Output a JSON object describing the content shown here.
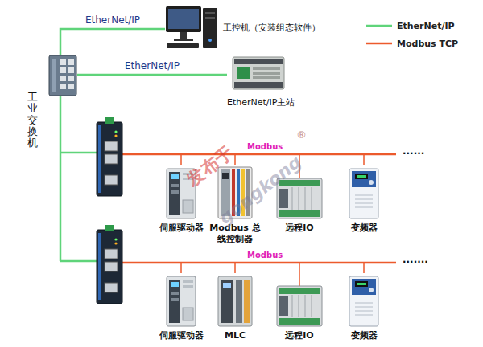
{
  "diagram": {
    "nodes": [
      {
        "text": [
          "工控机（安装组态软件）"
        ]
      },
      {
        "text": [
          "EtherNet/IP主站"
        ]
      },
      {
        "text": [
          "工业交换机"
        ]
      },
      {
        "text": [
          "伺服驱动器"
        ]
      },
      {
        "text": [
          "Modbus 总线控制器"
        ]
      },
      {
        "text": [
          "远程IO"
        ]
      },
      {
        "text": [
          "变频器"
        ]
      },
      {
        "text": [
          "伺服驱动器"
        ]
      },
      {
        "text": [
          "MLC"
        ]
      },
      {
        "text": [
          "远程IO"
        ]
      },
      {
        "text": [
          "变频器"
        ]
      }
    ],
    "edges": [
      {
        "from": 2,
        "to": 0,
        "arrow": "none",
        "label": "EtherNet/IP"
      },
      {
        "from": 2,
        "to": 1,
        "arrow": "none",
        "label": "EtherNet/IP"
      }
    ],
    "labels": [
      "Modbus",
      "Modbus",
      "......",
      ".......",
      "发布于",
      "gongkong",
      "®"
    ],
    "legend": [
      {
        "text": "EtherNet/IP"
      },
      {
        "text": "Modbus TCP"
      }
    ]
  }
}
